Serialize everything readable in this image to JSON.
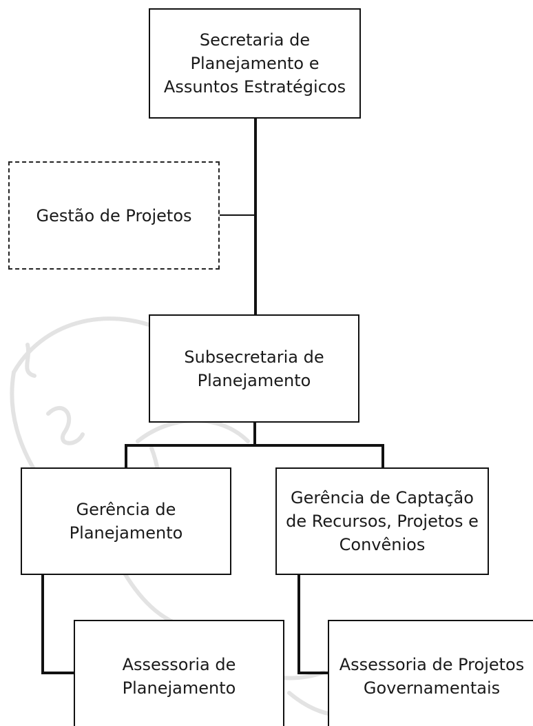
{
  "diagram": {
    "nodes": {
      "secretaria": {
        "label": "Secretaria de\nPlanejamento e\nAssuntos Estratégicos"
      },
      "gestao_projetos": {
        "label": "Gestão de Projetos"
      },
      "subsecretaria": {
        "label": "Subsecretaria de\nPlanejamento"
      },
      "gerencia_planejamento": {
        "label": "Gerência de\nPlanejamento"
      },
      "gerencia_captacao": {
        "label": "Gerência de Captação\nde Recursos, Projetos e\nConvênios"
      },
      "assessoria_planejamento": {
        "label": "Assessoria de\nPlanejamento"
      },
      "assessoria_projetos": {
        "label": "Assessoria de Projetos\nGovernamentais"
      }
    },
    "edges": [
      {
        "from": "secretaria",
        "to": "subsecretaria"
      },
      {
        "from": "secretaria",
        "to": "gestao_projetos",
        "style": "staff"
      },
      {
        "from": "subsecretaria",
        "to": "gerencia_planejamento"
      },
      {
        "from": "subsecretaria",
        "to": "gerencia_captacao"
      },
      {
        "from": "gerencia_planejamento",
        "to": "assessoria_planejamento"
      },
      {
        "from": "gerencia_captacao",
        "to": "assessoria_projetos"
      }
    ]
  },
  "colors": {
    "line": "#111111",
    "watermark": "#e3e3e3"
  },
  "icons": {
    "watermark": "bird-watermark-icon"
  }
}
